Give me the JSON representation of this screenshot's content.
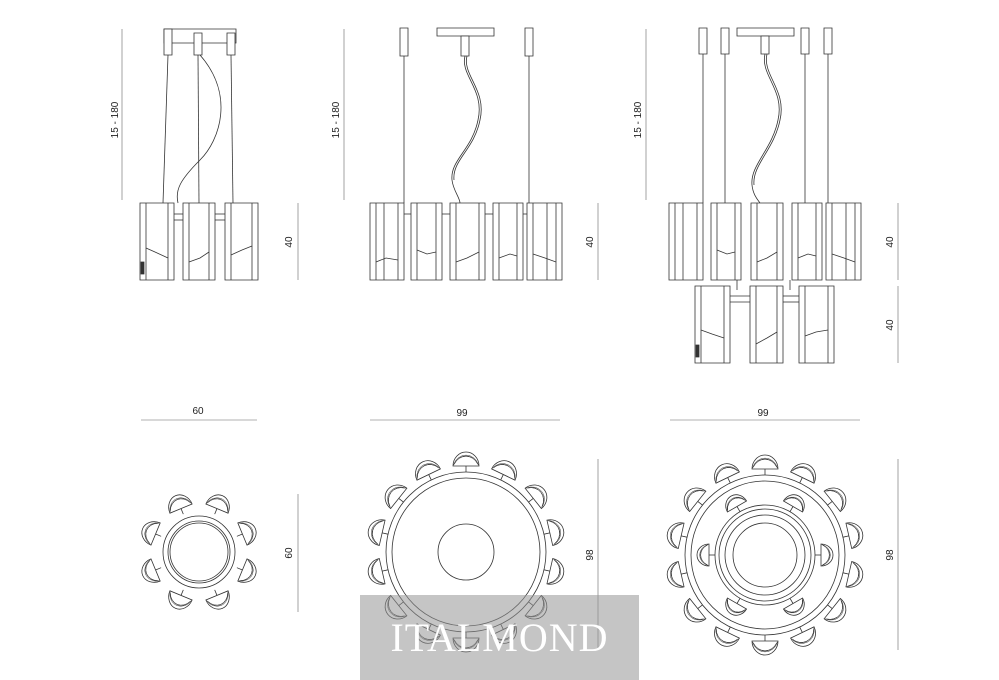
{
  "brand": {
    "watermark": "ITALMOND"
  },
  "models": [
    {
      "suspension": "15 - 180",
      "height": "40",
      "width": "60",
      "depth": "60"
    },
    {
      "suspension": "15 - 180",
      "height": "40",
      "width": "99",
      "depth": "98"
    },
    {
      "suspension": "15 - 180",
      "height_upper": "40",
      "height_lower": "40",
      "width": "99",
      "depth": "98"
    }
  ]
}
